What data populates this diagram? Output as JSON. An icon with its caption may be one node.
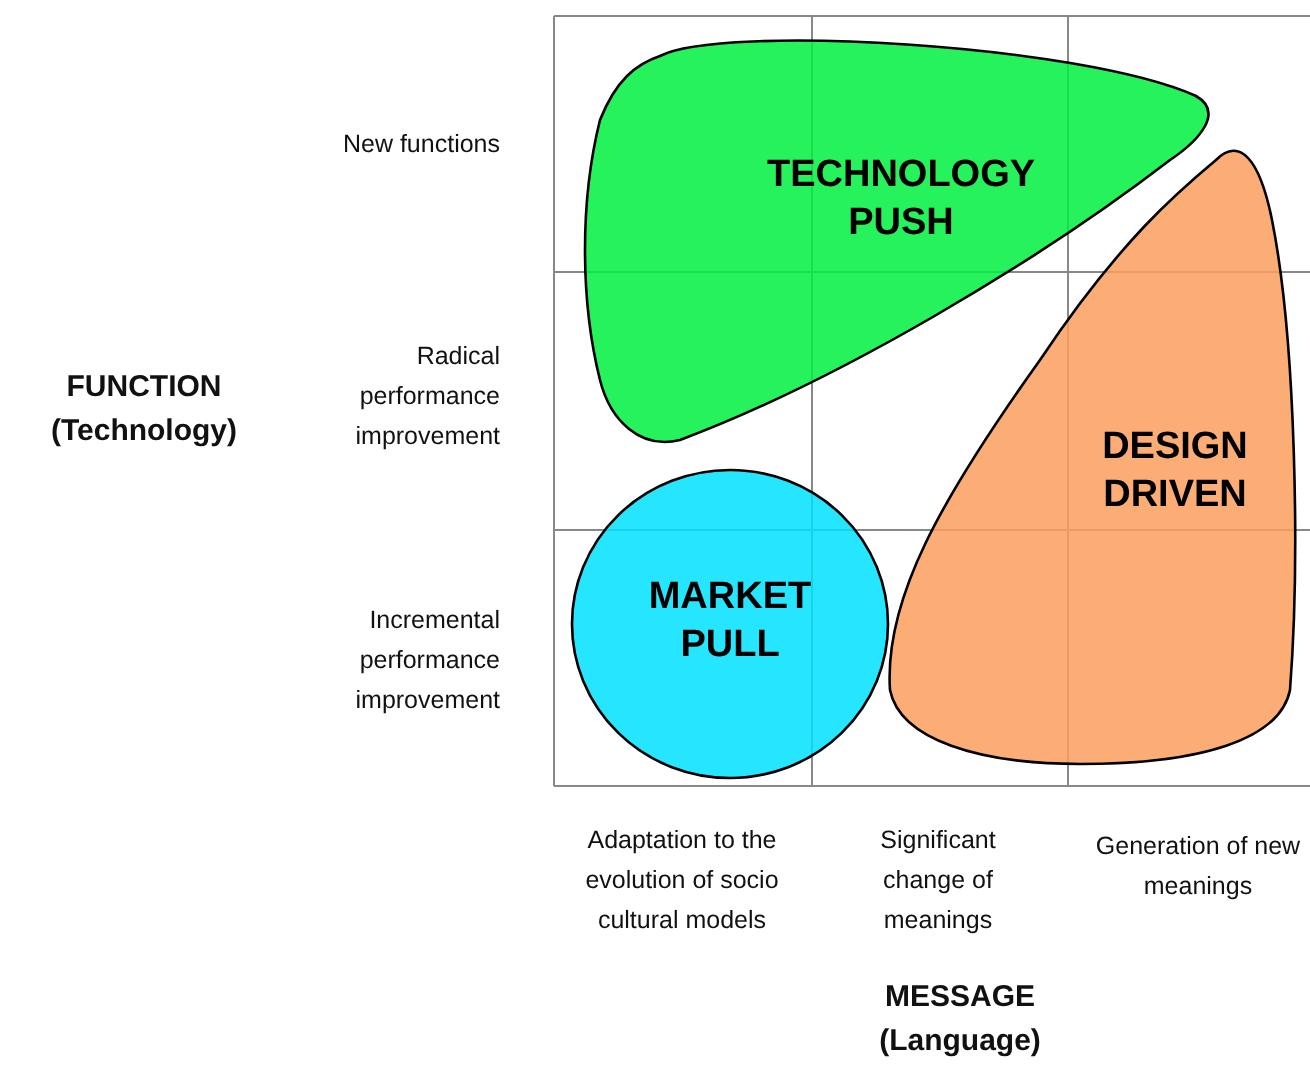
{
  "diagram": {
    "nodes": [
      {
        "text": [
          "TECHNOLOGY PUSH"
        ]
      },
      {
        "text": [
          "DESIGN DRIVEN"
        ]
      },
      {
        "text": [
          "MARKET PULL"
        ]
      }
    ],
    "labels": [
      "New functions",
      "FUNCTION (Technology)",
      "Radical performance improvement",
      "Incremental performance improvement",
      "Adaptation to the evolution of socio cultural models",
      "Significant change of meanings",
      "Generation of new meanings",
      "MESSAGE (Language)"
    ]
  }
}
